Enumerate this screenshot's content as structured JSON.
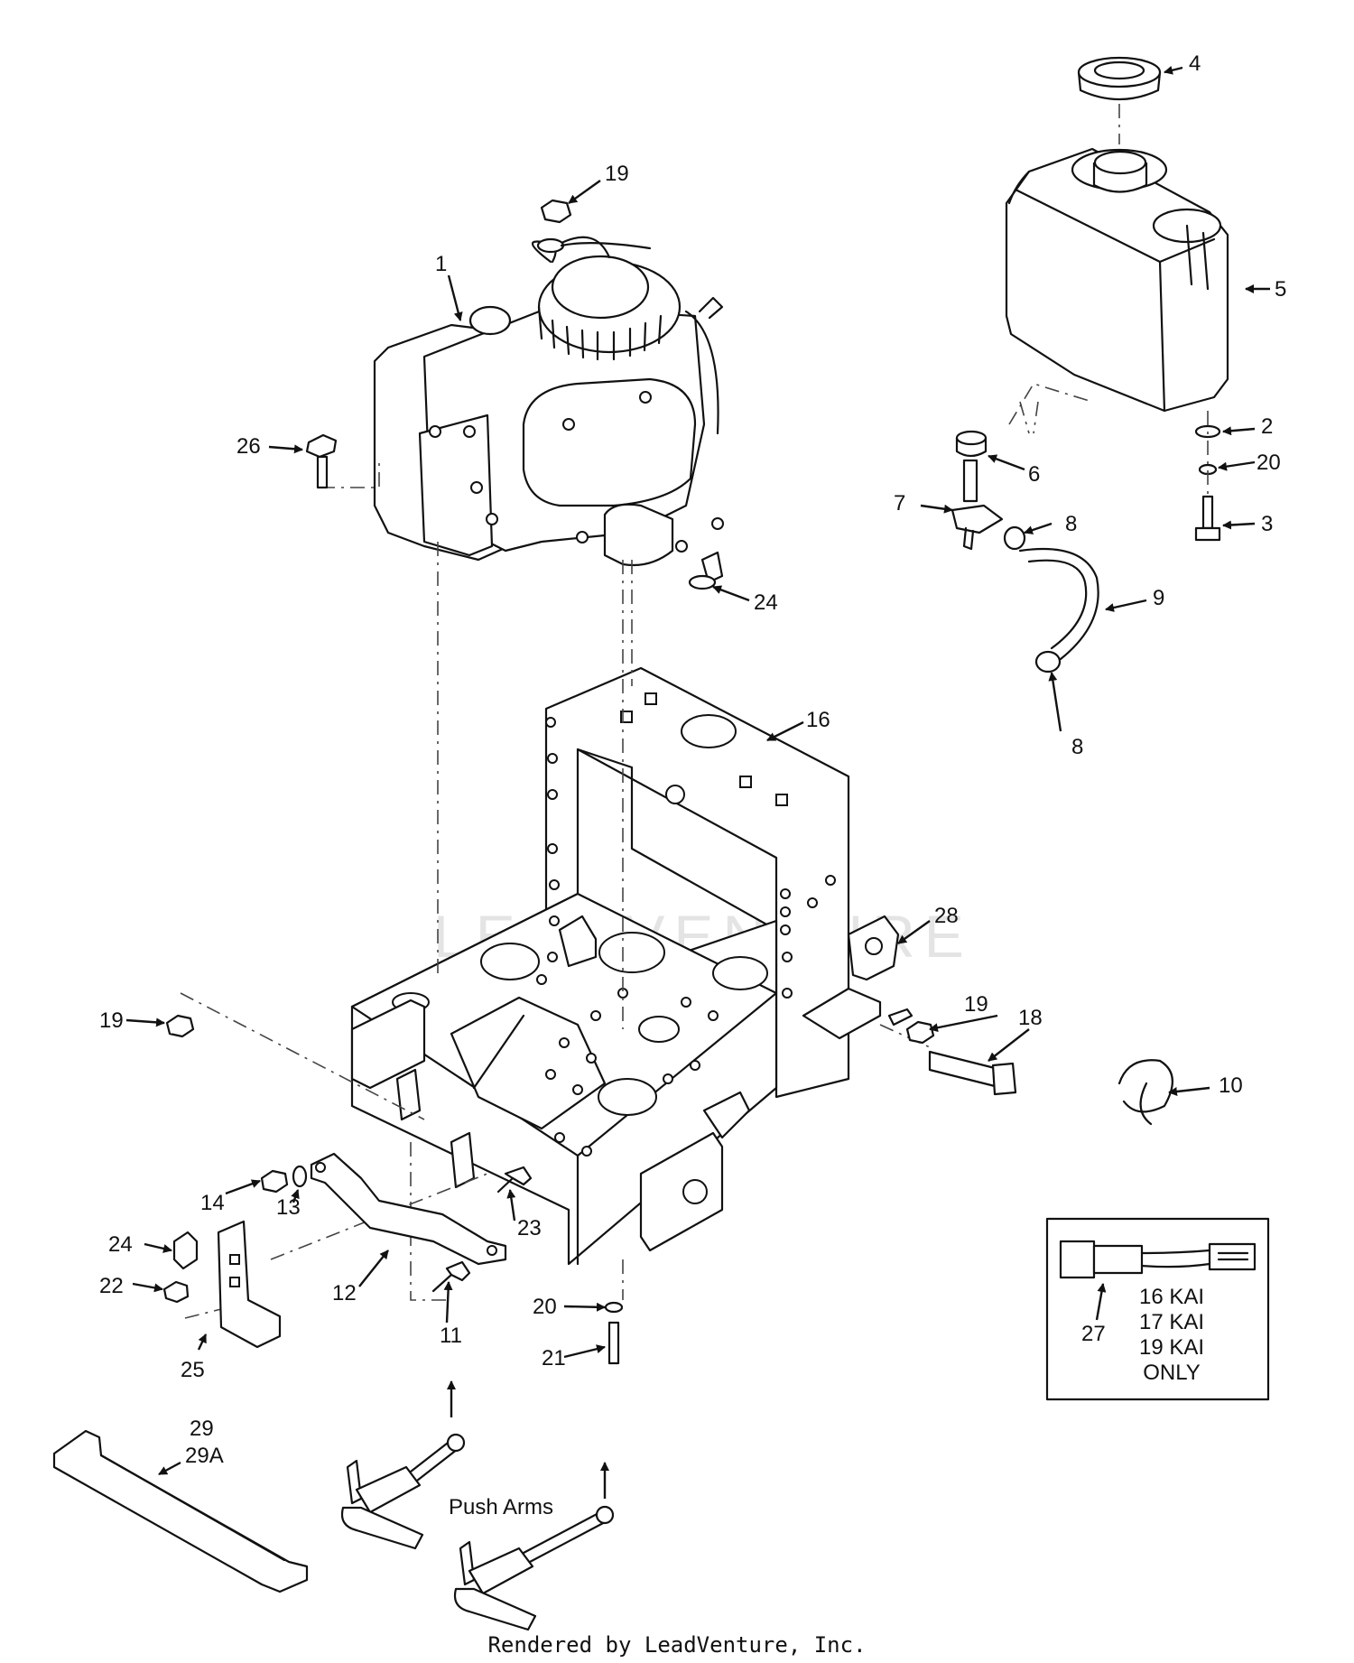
{
  "parts": {
    "p1": "1",
    "p2": "2",
    "p3": "3",
    "p4": "4",
    "p5": "5",
    "p6": "6",
    "p7": "7",
    "p8a": "8",
    "p8b": "8",
    "p9": "9",
    "p10": "10",
    "p11": "11",
    "p12": "12",
    "p13": "13",
    "p14": "14",
    "p16": "16",
    "p18": "18",
    "p19a": "19",
    "p19b": "19",
    "p19c": "19",
    "p20a": "20",
    "p20b": "20",
    "p21": "21",
    "p22": "22",
    "p23": "23",
    "p24a": "24",
    "p24b": "24",
    "p25": "25",
    "p26": "26",
    "p27": "27",
    "p28": "28",
    "p29": "29",
    "p29a": "29A"
  },
  "push_arms_label": "Push Arms",
  "inset_note": [
    "16 KAI",
    "17 KAI",
    "19 KAI",
    "ONLY"
  ],
  "watermark": "LEADVENTURE",
  "footer": "Rendered by LeadVenture, Inc."
}
